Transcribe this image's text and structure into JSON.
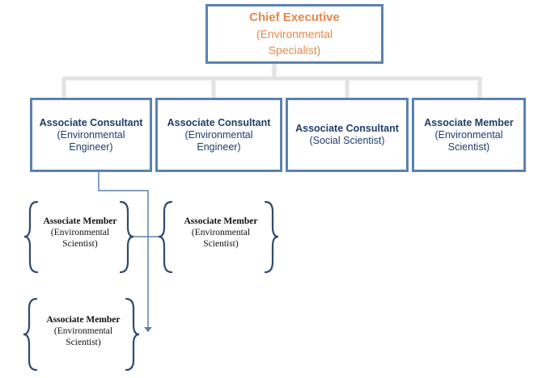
{
  "chief": {
    "title": "Chief Executive",
    "line2": "(Environmental",
    "line3": "Specialist)"
  },
  "row": [
    {
      "title": "Associate Consultant",
      "line2": "(Environmental",
      "line3": "Engineer)"
    },
    {
      "title": "Associate Consultant",
      "line2": "(Environmental",
      "line3": "Engineer)"
    },
    {
      "title": "Associate Consultant",
      "line2": "(Social Scientist)"
    },
    {
      "title": "Associate Member",
      "line2": "(Environmental",
      "line3": "Scientist)"
    }
  ],
  "members": [
    {
      "title": "Associate Member",
      "line2": "(Environmental",
      "line3": "Scientist)"
    },
    {
      "title": "Associate Member",
      "line2": "(Environmental",
      "line3": "Scientist)"
    },
    {
      "title": "Associate Member",
      "line2": "(Environmental",
      "line3": "Scientist)"
    }
  ],
  "colors": {
    "box_border": "#5b82b0",
    "chief_text": "#e8864a",
    "box_text": "#1f3d6b",
    "connector": "#e6e6e6",
    "brace": "#2f4a6e"
  }
}
